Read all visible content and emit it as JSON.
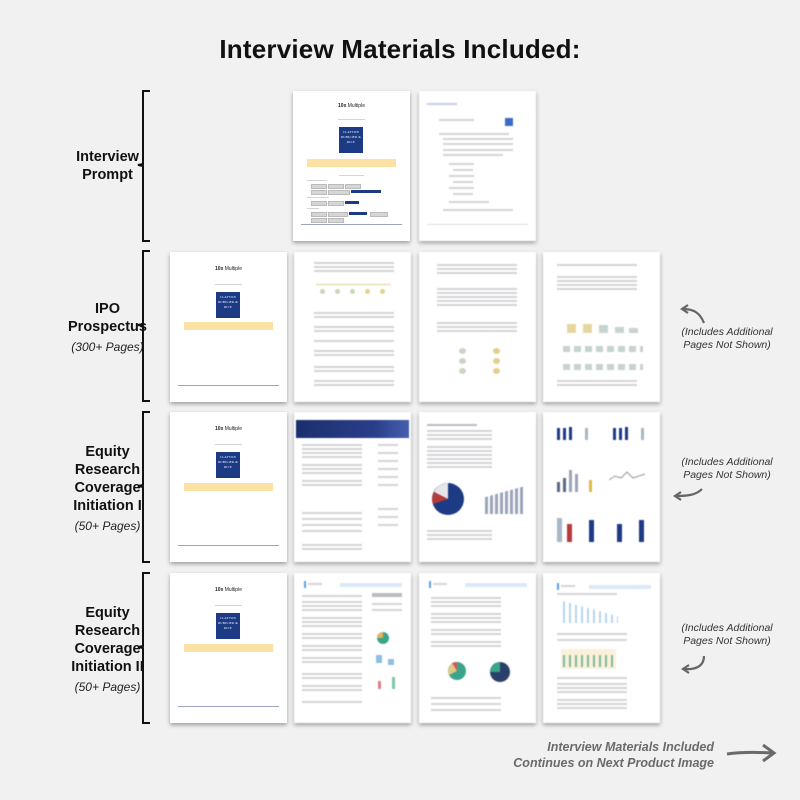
{
  "header": {
    "title": "Interview Materials Included:"
  },
  "sections": [
    {
      "name": "Interview Prompt",
      "pages": ""
    },
    {
      "name": "IPO Prospectus",
      "pages": "(300+ Pages)"
    },
    {
      "name": "Equity Research Coverage Initiation I",
      "pages": "(50+ Pages)"
    },
    {
      "name": "Equity Research Coverage Initiation II",
      "pages": "(50+ Pages)"
    }
  ],
  "notes": {
    "additional_pages": "(Includes Additional Pages Not Shown)"
  },
  "cover": {
    "brand_bold": "10x",
    "brand_rest": " Multiple",
    "firm_logo_text": "CLAYTON DUBILIER & RICE"
  },
  "footer": {
    "line1": "Interview Materials Included",
    "line2": "Continues on Next Product Image"
  },
  "colors": {
    "background": "#f1f1f1",
    "navy": "#1d3a84",
    "banner": "#fbe2a4",
    "chart_red": "#b83a3a",
    "chart_teal": "#3aa58a",
    "note_gray": "#6a6a6a"
  }
}
